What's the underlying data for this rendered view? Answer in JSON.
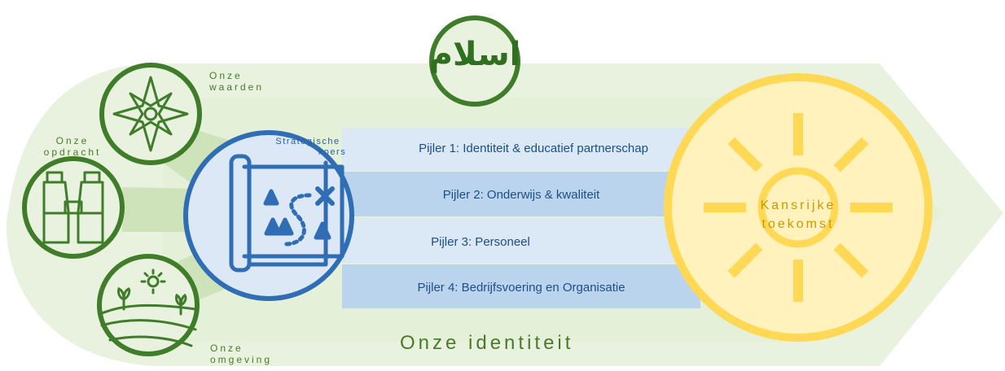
{
  "colors": {
    "green": "#3f7d2a",
    "light_green": "#e6f1d8",
    "blue": "#2f6db5",
    "light_blue": "#dce8f5",
    "band_blue": "#b7d3ec",
    "sun": "#ffd955",
    "sun_fill": "#fff2bd"
  },
  "labels": {
    "onze_waarden": [
      "Onze",
      "waarden"
    ],
    "onze_opdracht": [
      "Onze",
      "opdracht"
    ],
    "onze_omgeving": [
      "Onze",
      "omgeving"
    ],
    "strategische_koers": [
      "Strategische",
      "koers"
    ],
    "arabic": "اسلام",
    "kansrijke_toekomst": [
      "Kansrijke",
      "toekomst"
    ],
    "onze_identiteit": "Onze identiteit"
  },
  "pillars": [
    "Pijler 1: Identiteit & educatief partnerschap",
    "Pijler 2: Onderwijs & kwaliteit",
    "Pijler 3: Personeel",
    "Pijler 4: Bedrijfsvoering en Organisatie"
  ],
  "icons": {
    "compass": "compass-icon",
    "binoculars": "binoculars-icon",
    "landscape": "landscape-sun-icon",
    "map": "treasure-map-icon",
    "sun": "sun-icon"
  }
}
